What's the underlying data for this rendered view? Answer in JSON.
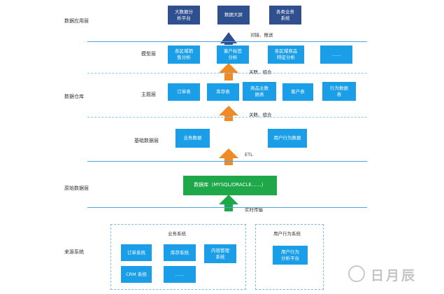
{
  "layers": {
    "app": "数据应用层",
    "warehouse": "数据仓库",
    "model": "模型层",
    "subject": "主题层",
    "base": "基础数据层",
    "raw": "原始数据层",
    "source": "来源系统"
  },
  "app_boxes": [
    "大数据分\n析平台",
    "数据大屏",
    "各类业务\n系统"
  ],
  "model_boxes": [
    "各区域销\n售分析",
    "客户标签\n分析",
    "各区域商品\n特征分析",
    "……"
  ],
  "subject_boxes": [
    "订单表",
    "库存表",
    "商品主数\n据表",
    "客户表",
    "行为数据\n表"
  ],
  "base_boxes": [
    "业务数据",
    "用户行为数据"
  ],
  "raw_box": "数据库（MYSQL/ORACLE……）",
  "flow_labels": {
    "push": "对接、推送",
    "assoc1": "关联、组合",
    "assoc2": "关联、组合",
    "etl": "ETL",
    "realtime": "实时传输"
  },
  "source": {
    "business_title": "业务系统",
    "business_boxes": [
      "订单系统",
      "库存系统",
      "内容管理\n系统",
      "CRM 系统",
      "……"
    ],
    "behavior_title": "用户行为系统",
    "behavior_box": "用户行为\n分析平台"
  },
  "watermark": "日月辰",
  "colors": {
    "box_blue": "#1a9ee8",
    "box_navy": "#2f4f8f",
    "box_green": "#1fa84a",
    "arrow_orange": "#f08a24",
    "arrow_navy": "#2f4f8f",
    "arrow_green": "#1fa84a"
  }
}
